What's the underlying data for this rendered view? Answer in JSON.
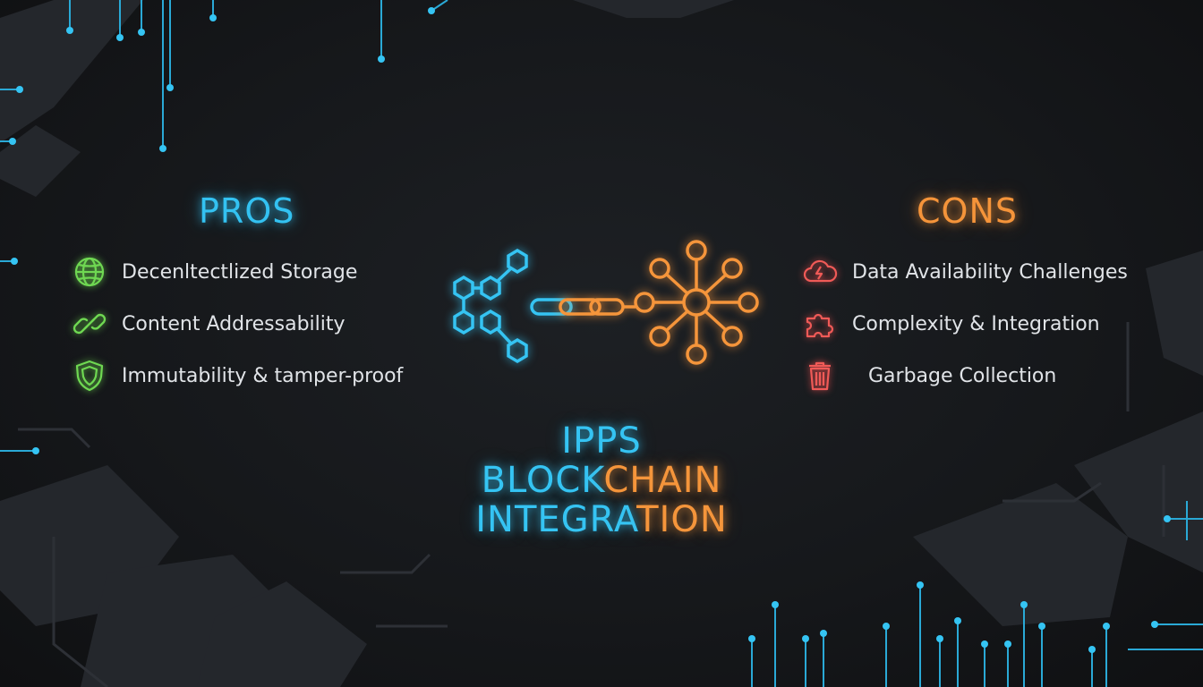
{
  "pros": {
    "title": "PROS",
    "items": [
      {
        "label": "Decenltectlized Storage",
        "icon": "globe-icon",
        "color": "#6fd852"
      },
      {
        "label": "Content Addressability",
        "icon": "chain-link-icon",
        "color": "#6fd852"
      },
      {
        "label": "Immutability & tamper-proof",
        "icon": "shield-icon",
        "color": "#6fd852"
      }
    ]
  },
  "cons": {
    "title": "CONS",
    "items": [
      {
        "label": "Data Availability Challenges",
        "icon": "cloud-lightning-icon",
        "color": "#f05a57"
      },
      {
        "label": "Complexity & Integration",
        "icon": "puzzle-piece-icon",
        "color": "#f05a57"
      },
      {
        "label": "Garbage Collection",
        "icon": "trash-icon",
        "color": "#f05a57"
      }
    ]
  },
  "center": {
    "line1": "IPPS",
    "line2_cyan": "BLOCK",
    "line2_orange": "CHAIN",
    "line3_cyan": "INTEGRA",
    "line3_orange": "TION"
  },
  "colors": {
    "cyan": "#35c4f3",
    "orange": "#f5953b",
    "green": "#6fd852",
    "red": "#f05a57",
    "background": "#16181b"
  }
}
